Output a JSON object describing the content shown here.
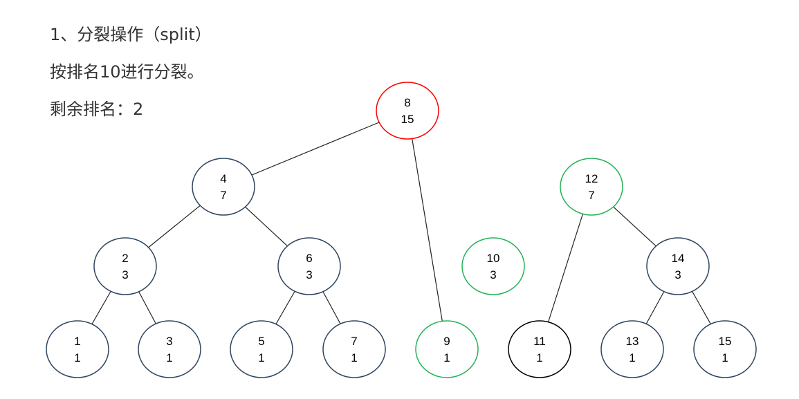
{
  "text": {
    "heading": "1、分裂操作（split）",
    "line2": "按排名10进行分裂。",
    "line3": "剩余排名：2"
  },
  "colors": {
    "default": "#2f4560",
    "highlight_root": "#ff0000",
    "split": "#22b35a",
    "black": "#000000"
  },
  "nodes": [
    {
      "id": "8",
      "key": "8",
      "size": "15",
      "color": "highlight_root"
    },
    {
      "id": "4",
      "key": "4",
      "size": "7",
      "color": "default"
    },
    {
      "id": "12",
      "key": "12",
      "size": "7",
      "color": "split"
    },
    {
      "id": "2",
      "key": "2",
      "size": "3",
      "color": "default"
    },
    {
      "id": "6",
      "key": "6",
      "size": "3",
      "color": "default"
    },
    {
      "id": "10",
      "key": "10",
      "size": "3",
      "color": "split"
    },
    {
      "id": "14",
      "key": "14",
      "size": "3",
      "color": "default"
    },
    {
      "id": "1",
      "key": "1",
      "size": "1",
      "color": "default"
    },
    {
      "id": "3",
      "key": "3",
      "size": "1",
      "color": "default"
    },
    {
      "id": "5",
      "key": "5",
      "size": "1",
      "color": "default"
    },
    {
      "id": "7",
      "key": "7",
      "size": "1",
      "color": "default"
    },
    {
      "id": "9",
      "key": "9",
      "size": "1",
      "color": "split"
    },
    {
      "id": "11",
      "key": "11",
      "size": "1",
      "color": "black"
    },
    {
      "id": "13",
      "key": "13",
      "size": "1",
      "color": "default"
    },
    {
      "id": "15",
      "key": "15",
      "size": "1",
      "color": "default"
    }
  ],
  "edges": [
    [
      "8",
      "4"
    ],
    [
      "8",
      "9"
    ],
    [
      "4",
      "2"
    ],
    [
      "4",
      "6"
    ],
    [
      "2",
      "1"
    ],
    [
      "2",
      "3"
    ],
    [
      "6",
      "5"
    ],
    [
      "6",
      "7"
    ],
    [
      "12",
      "11"
    ],
    [
      "12",
      "14"
    ],
    [
      "14",
      "13"
    ],
    [
      "14",
      "15"
    ]
  ]
}
